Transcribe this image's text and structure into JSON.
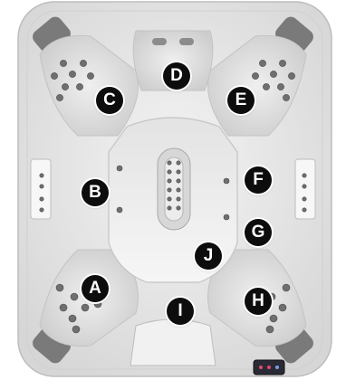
{
  "image": {
    "subject": "hot-tub-top-view",
    "colors": {
      "shell": "#e9e9e9",
      "shell_edge": "#cfcfcf",
      "seat": "#dadada",
      "jet": "#6f6f6f",
      "pillow": "#7a7a7a",
      "marker": "#0d0d0d",
      "marker_text": "#ffffff",
      "control_panel": "#2a2a36"
    }
  },
  "zones": [
    {
      "id": "A",
      "label": "A"
    },
    {
      "id": "B",
      "label": "B"
    },
    {
      "id": "C",
      "label": "C"
    },
    {
      "id": "D",
      "label": "D"
    },
    {
      "id": "E",
      "label": "E"
    },
    {
      "id": "F",
      "label": "F"
    },
    {
      "id": "G",
      "label": "G"
    },
    {
      "id": "H",
      "label": "H"
    },
    {
      "id": "I",
      "label": "I"
    },
    {
      "id": "J",
      "label": "J"
    }
  ]
}
